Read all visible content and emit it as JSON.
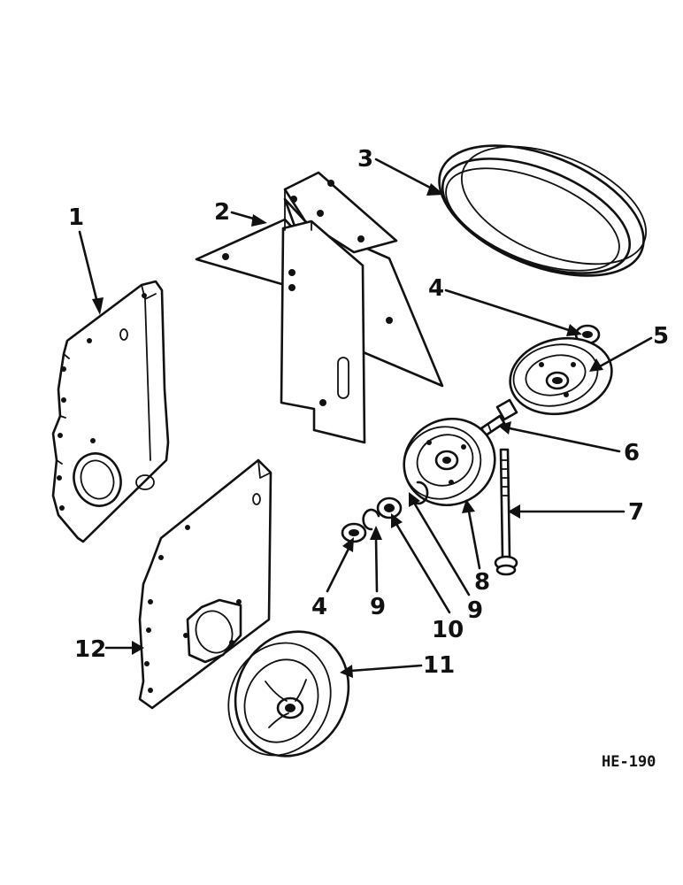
{
  "figure_code": "HE-190",
  "callouts": {
    "c1": "1",
    "c2": "2",
    "c3": "3",
    "c4a": "4",
    "c5": "5",
    "c6": "6",
    "c7": "7",
    "c8": "8",
    "c9a": "9",
    "c4b": "4",
    "c9b": "9",
    "c10": "10",
    "c11": "11",
    "c12": "12"
  }
}
